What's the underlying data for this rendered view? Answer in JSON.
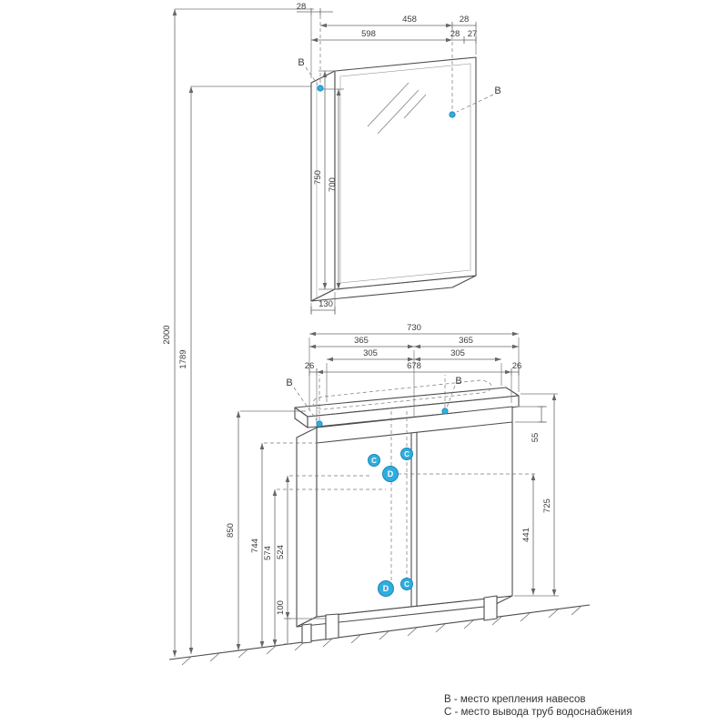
{
  "legend": {
    "b_line": "В - место крепления навесов",
    "c_line": "С - место вывода труб водоснабжения"
  },
  "markers": {
    "b": "В",
    "c": "С",
    "d": "D"
  },
  "dims": {
    "overall": {
      "h2000": "2000",
      "h1789": "1789"
    },
    "mirror": {
      "top_offset": "28",
      "door_width": "458",
      "top_right": "28",
      "total_width": "598",
      "right_a": "28",
      "right_b": "27",
      "height": "750",
      "mount_height": "700",
      "depth": "130"
    },
    "vanity": {
      "width": "730",
      "half_left": "365",
      "half_right": "365",
      "inner_left": "305",
      "inner_right": "305",
      "edge_left": "26",
      "inner_width": "678",
      "edge_right": "26",
      "apron": "55",
      "door_height": "441",
      "body_height": "725",
      "total_height": "850",
      "mount_height": "744",
      "pipe_high": "574",
      "pipe_low": "524",
      "leg_height": "100"
    }
  },
  "colors": {
    "accent": "#2fadde",
    "line": "#4d4d4d",
    "dim": "#666666",
    "text": "#3c3c3c"
  }
}
